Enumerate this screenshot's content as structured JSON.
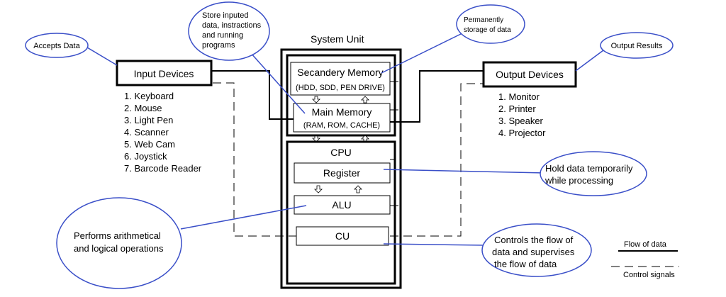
{
  "system_unit": {
    "title": "System Unit"
  },
  "input": {
    "title": "Input Devices",
    "items": [
      "1. Keyboard",
      "2. Mouse",
      "3. Light Pen",
      "4. Scanner",
      "5. Web Cam",
      "6. Joystick",
      "7. Barcode Reader"
    ]
  },
  "output": {
    "title": "Output Devices",
    "items": [
      "1. Monitor",
      "2. Printer",
      "3. Speaker",
      "4. Projector"
    ]
  },
  "secondary_memory": {
    "title": "Secandery Memory",
    "sub": "(HDD, SDD, PEN DRIVE)"
  },
  "main_memory": {
    "title": "Main Memory",
    "sub": "(RAM, ROM, CACHE)"
  },
  "cpu": {
    "title": "CPU",
    "register": "Register",
    "alu": "ALU",
    "cu": "CU"
  },
  "callouts": {
    "accepts": "Accepts Data",
    "store": [
      "Store inputed",
      "data, instractions",
      "and running",
      "programs"
    ],
    "permanent": [
      "Permanently",
      "storage of data"
    ],
    "output_results": "Output Results",
    "hold": [
      "Hold data temporarily",
      "while processing"
    ],
    "performs": [
      "Performs arithmetical",
      "and logical operations"
    ],
    "controls": [
      "Controls the flow of",
      "data and supervises",
      "the flow of data"
    ]
  },
  "legend": {
    "flow": "Flow of data",
    "control": "Control signals"
  },
  "colors": {
    "callout_line": "#3a4fc8",
    "ellipse": "#3a4fc8",
    "box": "#000000"
  }
}
